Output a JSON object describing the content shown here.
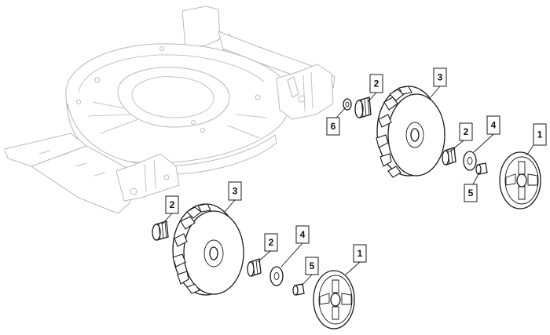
{
  "diagram": {
    "type": "exploded-parts-view",
    "callouts": [
      {
        "id": "c1a",
        "label": "1"
      },
      {
        "id": "c2a",
        "label": "2"
      },
      {
        "id": "c3a",
        "label": "3"
      },
      {
        "id": "c4a",
        "label": "4"
      },
      {
        "id": "c5a",
        "label": "5"
      },
      {
        "id": "c6a",
        "label": "6"
      },
      {
        "id": "c2b",
        "label": "2"
      },
      {
        "id": "c2c",
        "label": "2"
      },
      {
        "id": "c3b",
        "label": "3"
      },
      {
        "id": "c2d",
        "label": "2"
      },
      {
        "id": "c4b",
        "label": "4"
      },
      {
        "id": "c5b",
        "label": "5"
      },
      {
        "id": "c1b",
        "label": "1"
      }
    ],
    "colors": {
      "line": "#1a1a1a",
      "ghost": "#b9b9b9",
      "background": "#ffffff"
    }
  }
}
